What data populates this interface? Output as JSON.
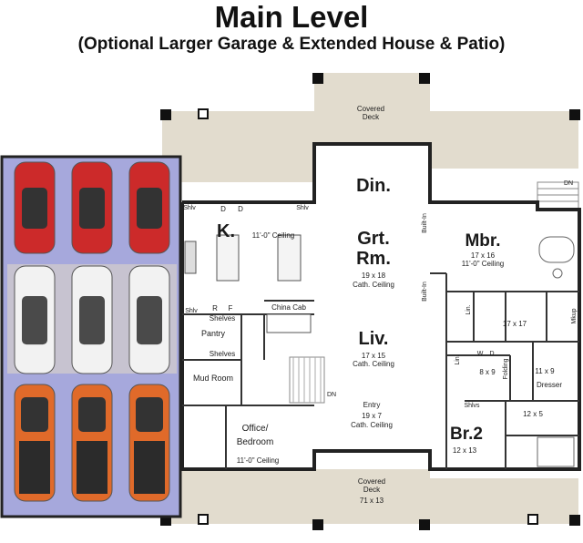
{
  "title": "Main Level",
  "subtitle": "(Optional Larger Garage & Extended House & Patio)",
  "rooms": {
    "covered_deck_top": {
      "name": "Covered",
      "name2": "Deck"
    },
    "din": {
      "name": "Din."
    },
    "grt_rm": {
      "name": "Grt.",
      "name2": "Rm.",
      "dims": "19 x 18",
      "note": "Cath. Ceiling"
    },
    "liv": {
      "name": "Liv.",
      "dims": "17 x 15",
      "note": "Cath. Ceiling"
    },
    "kitchen": {
      "name": "K.",
      "ceiling": "11'-0\" Ceiling"
    },
    "mbr": {
      "name": "Mbr.",
      "dims": "17 x 16",
      "ceiling": "11'-0\" Ceiling"
    },
    "entry": {
      "name": "Entry",
      "dims": "19 x 7",
      "note": "Cath. Ceiling"
    },
    "office": {
      "name": "Office/",
      "name2": "Bedroom",
      "ceiling": "11'-0\" Ceiling"
    },
    "br2": {
      "name": "Br.2",
      "dims": "12 x 13"
    },
    "covered_deck_bottom": {
      "name": "Covered",
      "name2": "Deck",
      "dims": "71 x 13"
    },
    "pantry": {
      "name": "Pantry"
    },
    "mud_room": {
      "name": "Mud Room"
    },
    "china_cab": {
      "name": "China Cab"
    },
    "closet_1": {
      "dims": "17 x 17"
    },
    "laundry": {
      "dims": "8 x 9"
    },
    "closet_2": {
      "dims": "11 x 9"
    },
    "bath_2": {
      "dims": "12 x 5"
    }
  },
  "labels": {
    "shlv_left": "Shlv",
    "shlv_right": "Shlv",
    "shlv_bottom": "Shlv",
    "d1": "D",
    "d2": "D",
    "r": "R",
    "f": "F",
    "shelves_1": "Shelves",
    "shelves_2": "Shelves",
    "shlvs": "Shlvs",
    "built_in_1": "Built-In",
    "built_in_2": "Built-In",
    "lin_1": "Lin.",
    "lin_2": "Lin.",
    "mkup": "Mkup",
    "folding": "Folding",
    "dresser": "Dresser",
    "w": "W",
    "d_laundry": "D",
    "dn_top": "DN",
    "dn_stair": "DN"
  },
  "colors": {
    "floor": "#ffffff",
    "deck": "#e2dcce",
    "wall": "#222222",
    "garage_bg": "#a6a8dc",
    "garage_floor": "#ddd6c8",
    "car_red": "#cc2a2a",
    "car_white": "#f2f2f2",
    "truck_orange": "#e06a2a"
  },
  "garage": {
    "rows": [
      {
        "vehicle": "red-car",
        "count": 3
      },
      {
        "vehicle": "white-suv",
        "count": 3
      },
      {
        "vehicle": "orange-truck",
        "count": 3
      }
    ]
  }
}
